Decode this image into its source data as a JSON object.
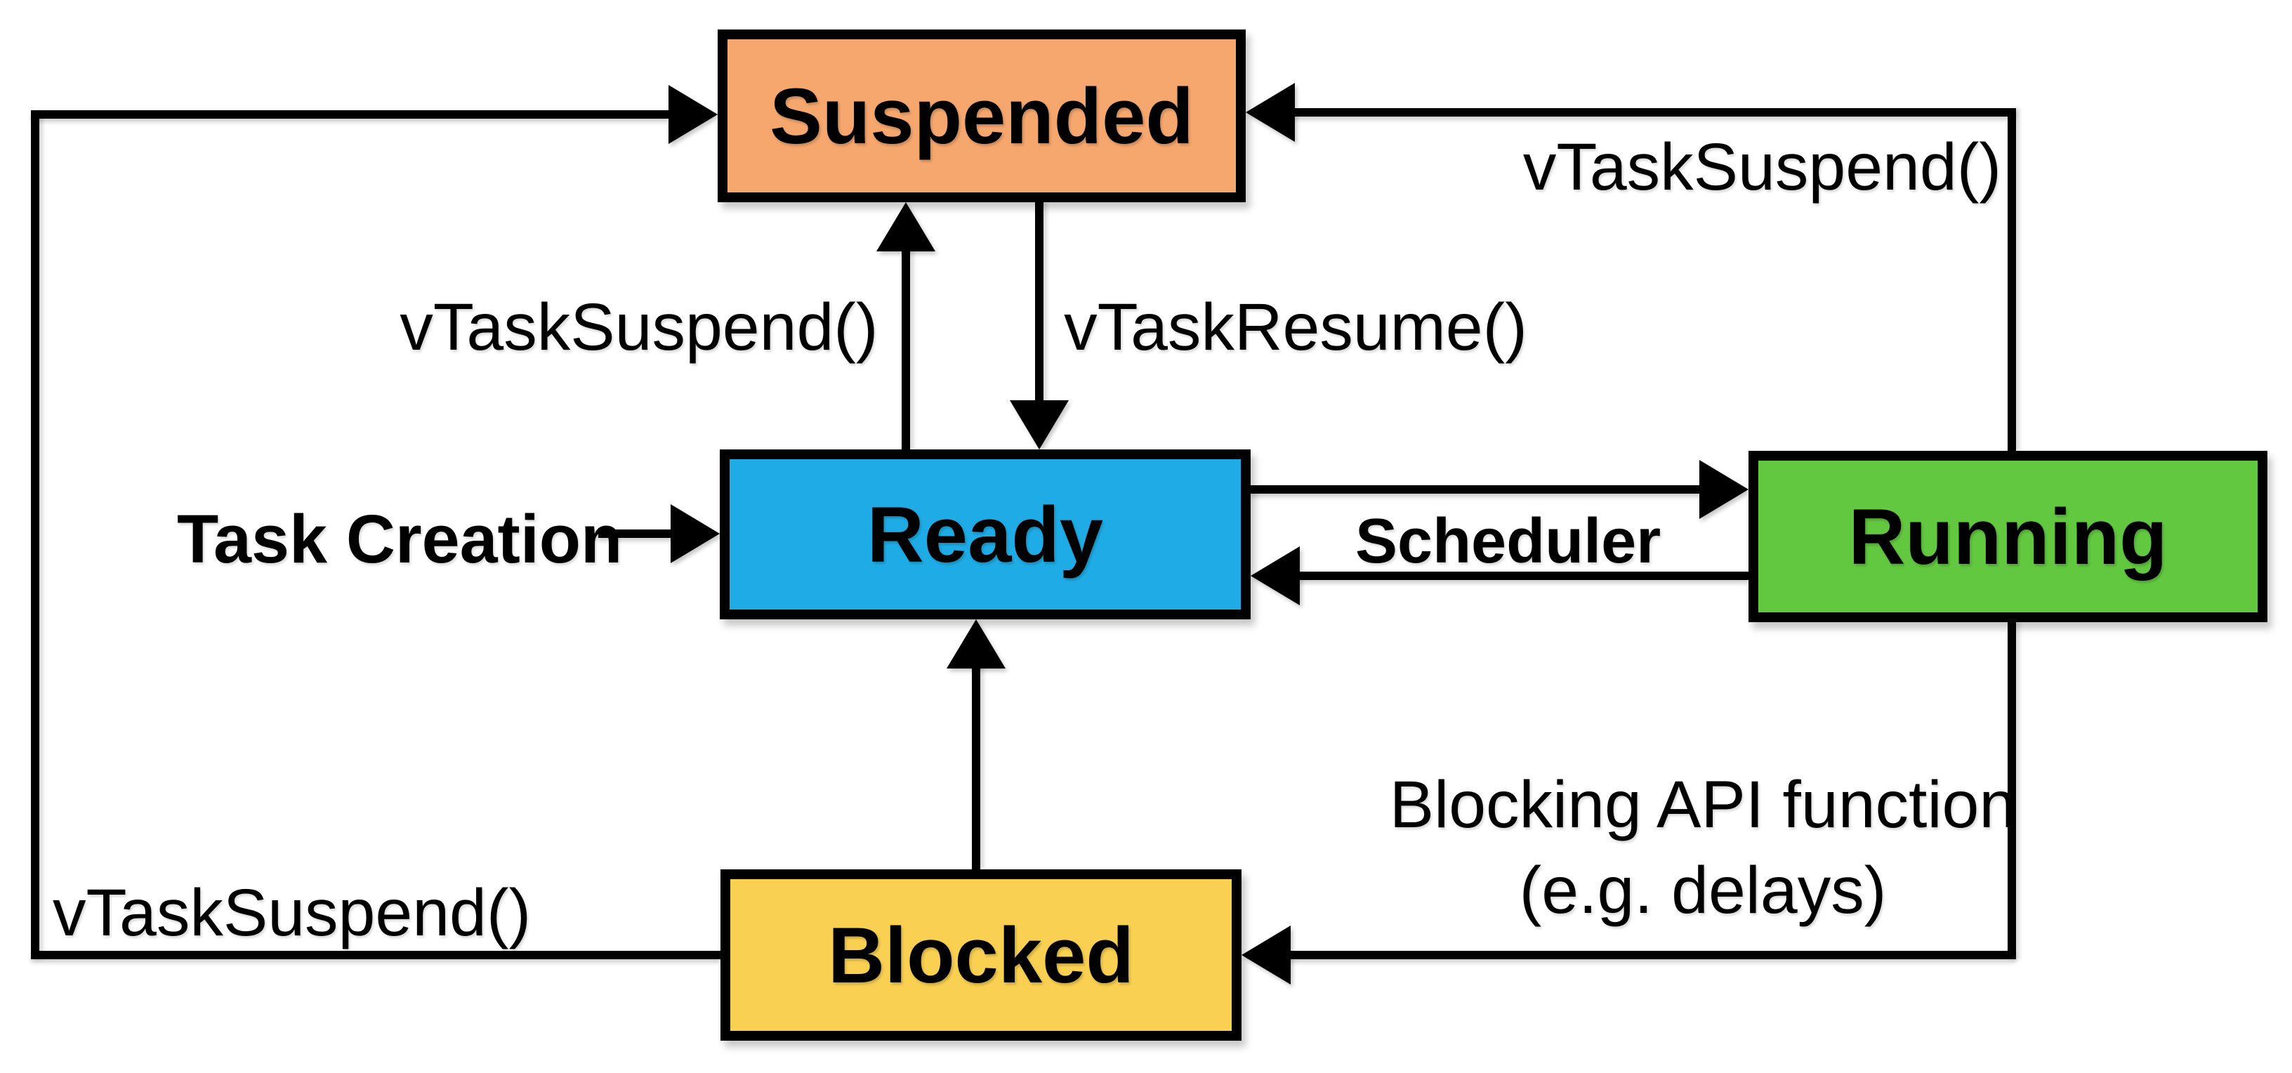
{
  "states": [
    {
      "name": "Suspended",
      "fill": "#F6A76E"
    },
    {
      "name": "Ready",
      "fill": "#1FACE6"
    },
    {
      "name": "Running",
      "fill": "#62C840"
    },
    {
      "name": "Blocked",
      "fill": "#F9D052"
    }
  ],
  "annotations": {
    "task_creation": "Task Creation",
    "scheduler": "Scheduler",
    "vtask_suspend_from_ready": "vTaskSuspend()",
    "vtask_resume": "vTaskResume()",
    "vtask_suspend_from_running": "vTaskSuspend()",
    "vtask_suspend_from_blocked": "vTaskSuspend()",
    "blocking_api_line1": "Blocking API function",
    "blocking_api_line2": "(e.g. delays)"
  },
  "transitions": [
    {
      "from": "Task Creation",
      "to": "Ready",
      "label": "Task Creation"
    },
    {
      "from": "Ready",
      "to": "Running",
      "label": "Scheduler"
    },
    {
      "from": "Running",
      "to": "Ready",
      "label": "Scheduler"
    },
    {
      "from": "Ready",
      "to": "Suspended",
      "label": "vTaskSuspend()"
    },
    {
      "from": "Suspended",
      "to": "Ready",
      "label": "vTaskResume()"
    },
    {
      "from": "Running",
      "to": "Suspended",
      "label": "vTaskSuspend()"
    },
    {
      "from": "Blocked",
      "to": "Suspended",
      "label": "vTaskSuspend()"
    },
    {
      "from": "Running",
      "to": "Blocked",
      "label": "Blocking API function (e.g. delays)"
    },
    {
      "from": "Blocked",
      "to": "Ready",
      "label": ""
    }
  ],
  "colors": {
    "line": "#000000",
    "background": "#FFFFFF"
  }
}
